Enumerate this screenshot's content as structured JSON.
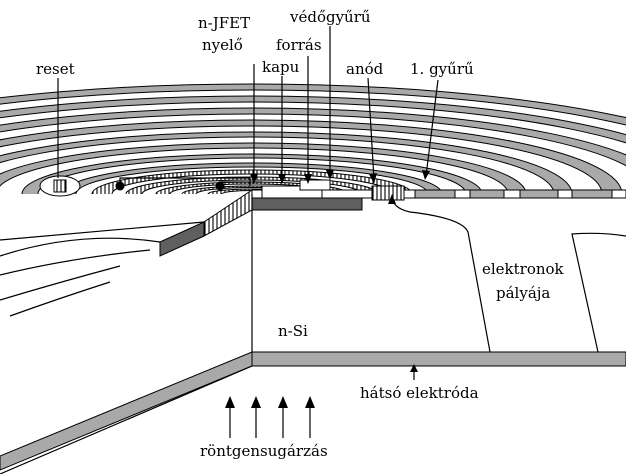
{
  "labels": {
    "reset": "reset",
    "jfet_line1": "n-JFET",
    "jfet_line2": "nyelő",
    "forras": "forrás",
    "kapu": "kapu",
    "vedogyuru": "védőgyűrű",
    "anod": "anód",
    "gyuru1": "1. gyűrű",
    "elektronok": "elektronok",
    "palyaja": "pályája",
    "nsi": "n-Si",
    "hatso": "hátsó elektróda",
    "rontgen": "röntgensugárzás"
  },
  "colors": {
    "ring_fill": "#a9a9a9",
    "dark_layer": "#5f5f5f",
    "stroke": "#000000"
  }
}
